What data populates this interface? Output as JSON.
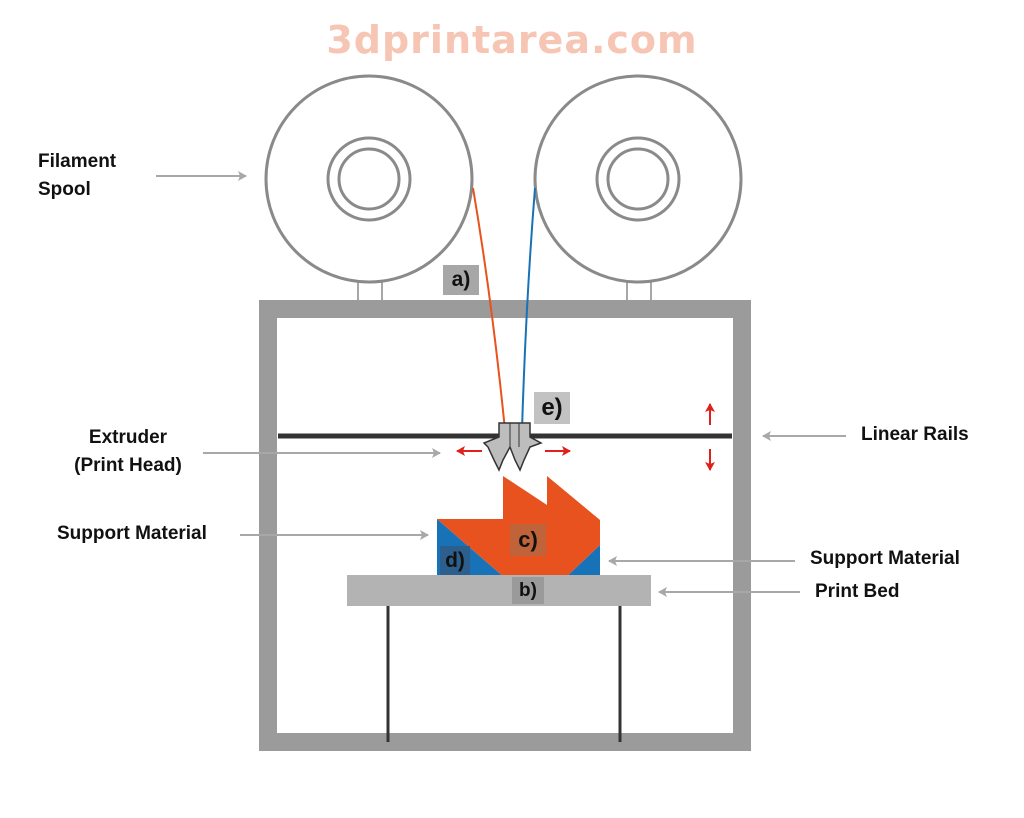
{
  "watermark": "3dprintarea.com",
  "labels": {
    "filament_spool_line1": "Filament",
    "filament_spool_line2": "Spool",
    "extruder_line1": "Extruder",
    "extruder_line2": "(Print Head)",
    "support_left": "Support Material",
    "support_right": "Support Material",
    "linear_rails": "Linear Rails",
    "print_bed": "Print Bed"
  },
  "tags": {
    "a": "a)",
    "b": "b)",
    "c": "c)",
    "d": "d)",
    "e": "e)"
  },
  "colors": {
    "frame": "#9b9b9b",
    "spool": "#8a8a8a",
    "rail": "#333333",
    "bed": "#b3b3b3",
    "print": "#e8521f",
    "support": "#1872b8",
    "filament_orange": "#e8521f",
    "filament_blue": "#1872b8",
    "motion_arrow": "#e0201b",
    "pointer_arrow": "#a8a8a8",
    "watermark": "#f6c5b3"
  }
}
